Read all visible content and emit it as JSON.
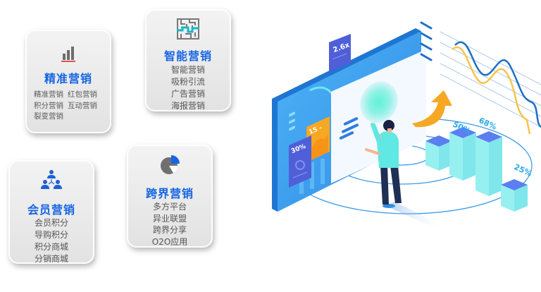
{
  "cards": [
    {
      "id": "precision",
      "icon": "bar-chart-icon",
      "title": "精准营销",
      "items": [
        [
          "精准营销",
          "红包营销"
        ],
        [
          "积分营销",
          "互动营销"
        ],
        [
          "裂变营销"
        ]
      ]
    },
    {
      "id": "smart",
      "icon": "maze-icon",
      "title": "智能营销",
      "items": [
        "智能营销",
        "吸粉引流",
        "广告营销",
        "海报营销"
      ]
    },
    {
      "id": "member",
      "icon": "org-chart-icon",
      "title": "会员营销",
      "items": [
        "会员积分",
        "导购积分",
        "积分商城",
        "分销商城"
      ]
    },
    {
      "id": "crossover",
      "icon": "pie-chart-icon",
      "title": "跨界营销",
      "items": [
        "多方平台",
        "异业联盟",
        "跨界分享",
        "O2O应用"
      ]
    }
  ],
  "illustration": {
    "labels": {
      "badge_top": "2.6x",
      "card_orange": "15 -",
      "card_purple": "30%",
      "bar_label_1": "50%",
      "bar_label_2": "68%",
      "bar_label_3": "25%"
    }
  },
  "colors": {
    "title_blue": "#1565e3",
    "screen_blue": "#3a9cf0",
    "orange": "#f7a823",
    "purple": "#4f5fd8",
    "teal": "#7ff0ea",
    "accent_line": "#1f6fc5"
  }
}
